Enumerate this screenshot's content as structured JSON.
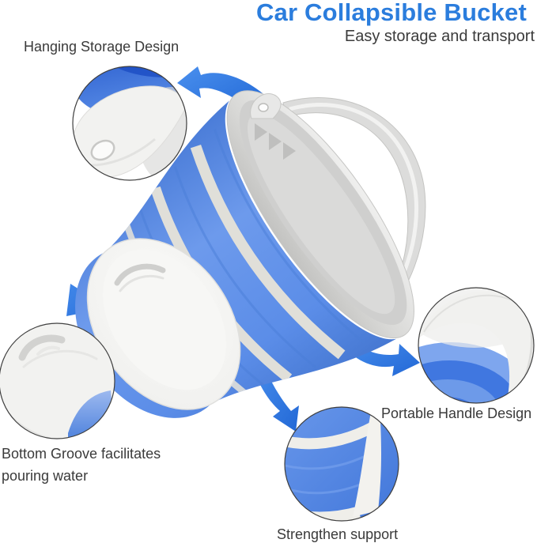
{
  "header": {
    "title": "Car Collapsible Bucket",
    "subtitle": "Easy storage and transport"
  },
  "callouts": {
    "hanging": {
      "label": "Hanging Storage Design"
    },
    "groove": {
      "label": "Bottom Groove facilitates pouring water"
    },
    "handle": {
      "label": "Portable Handle Design"
    },
    "support": {
      "label": "Strengthen support"
    }
  },
  "colors": {
    "title_blue": "#2b7ddd",
    "label_gray": "#3a3a3a",
    "arrow_blue": "#2e79e3",
    "bucket_blue": "#5b8de8",
    "stripe_gray": "#dfded8",
    "rim_gray": "#d8d8d6",
    "base_white": "#f4f4f2"
  }
}
